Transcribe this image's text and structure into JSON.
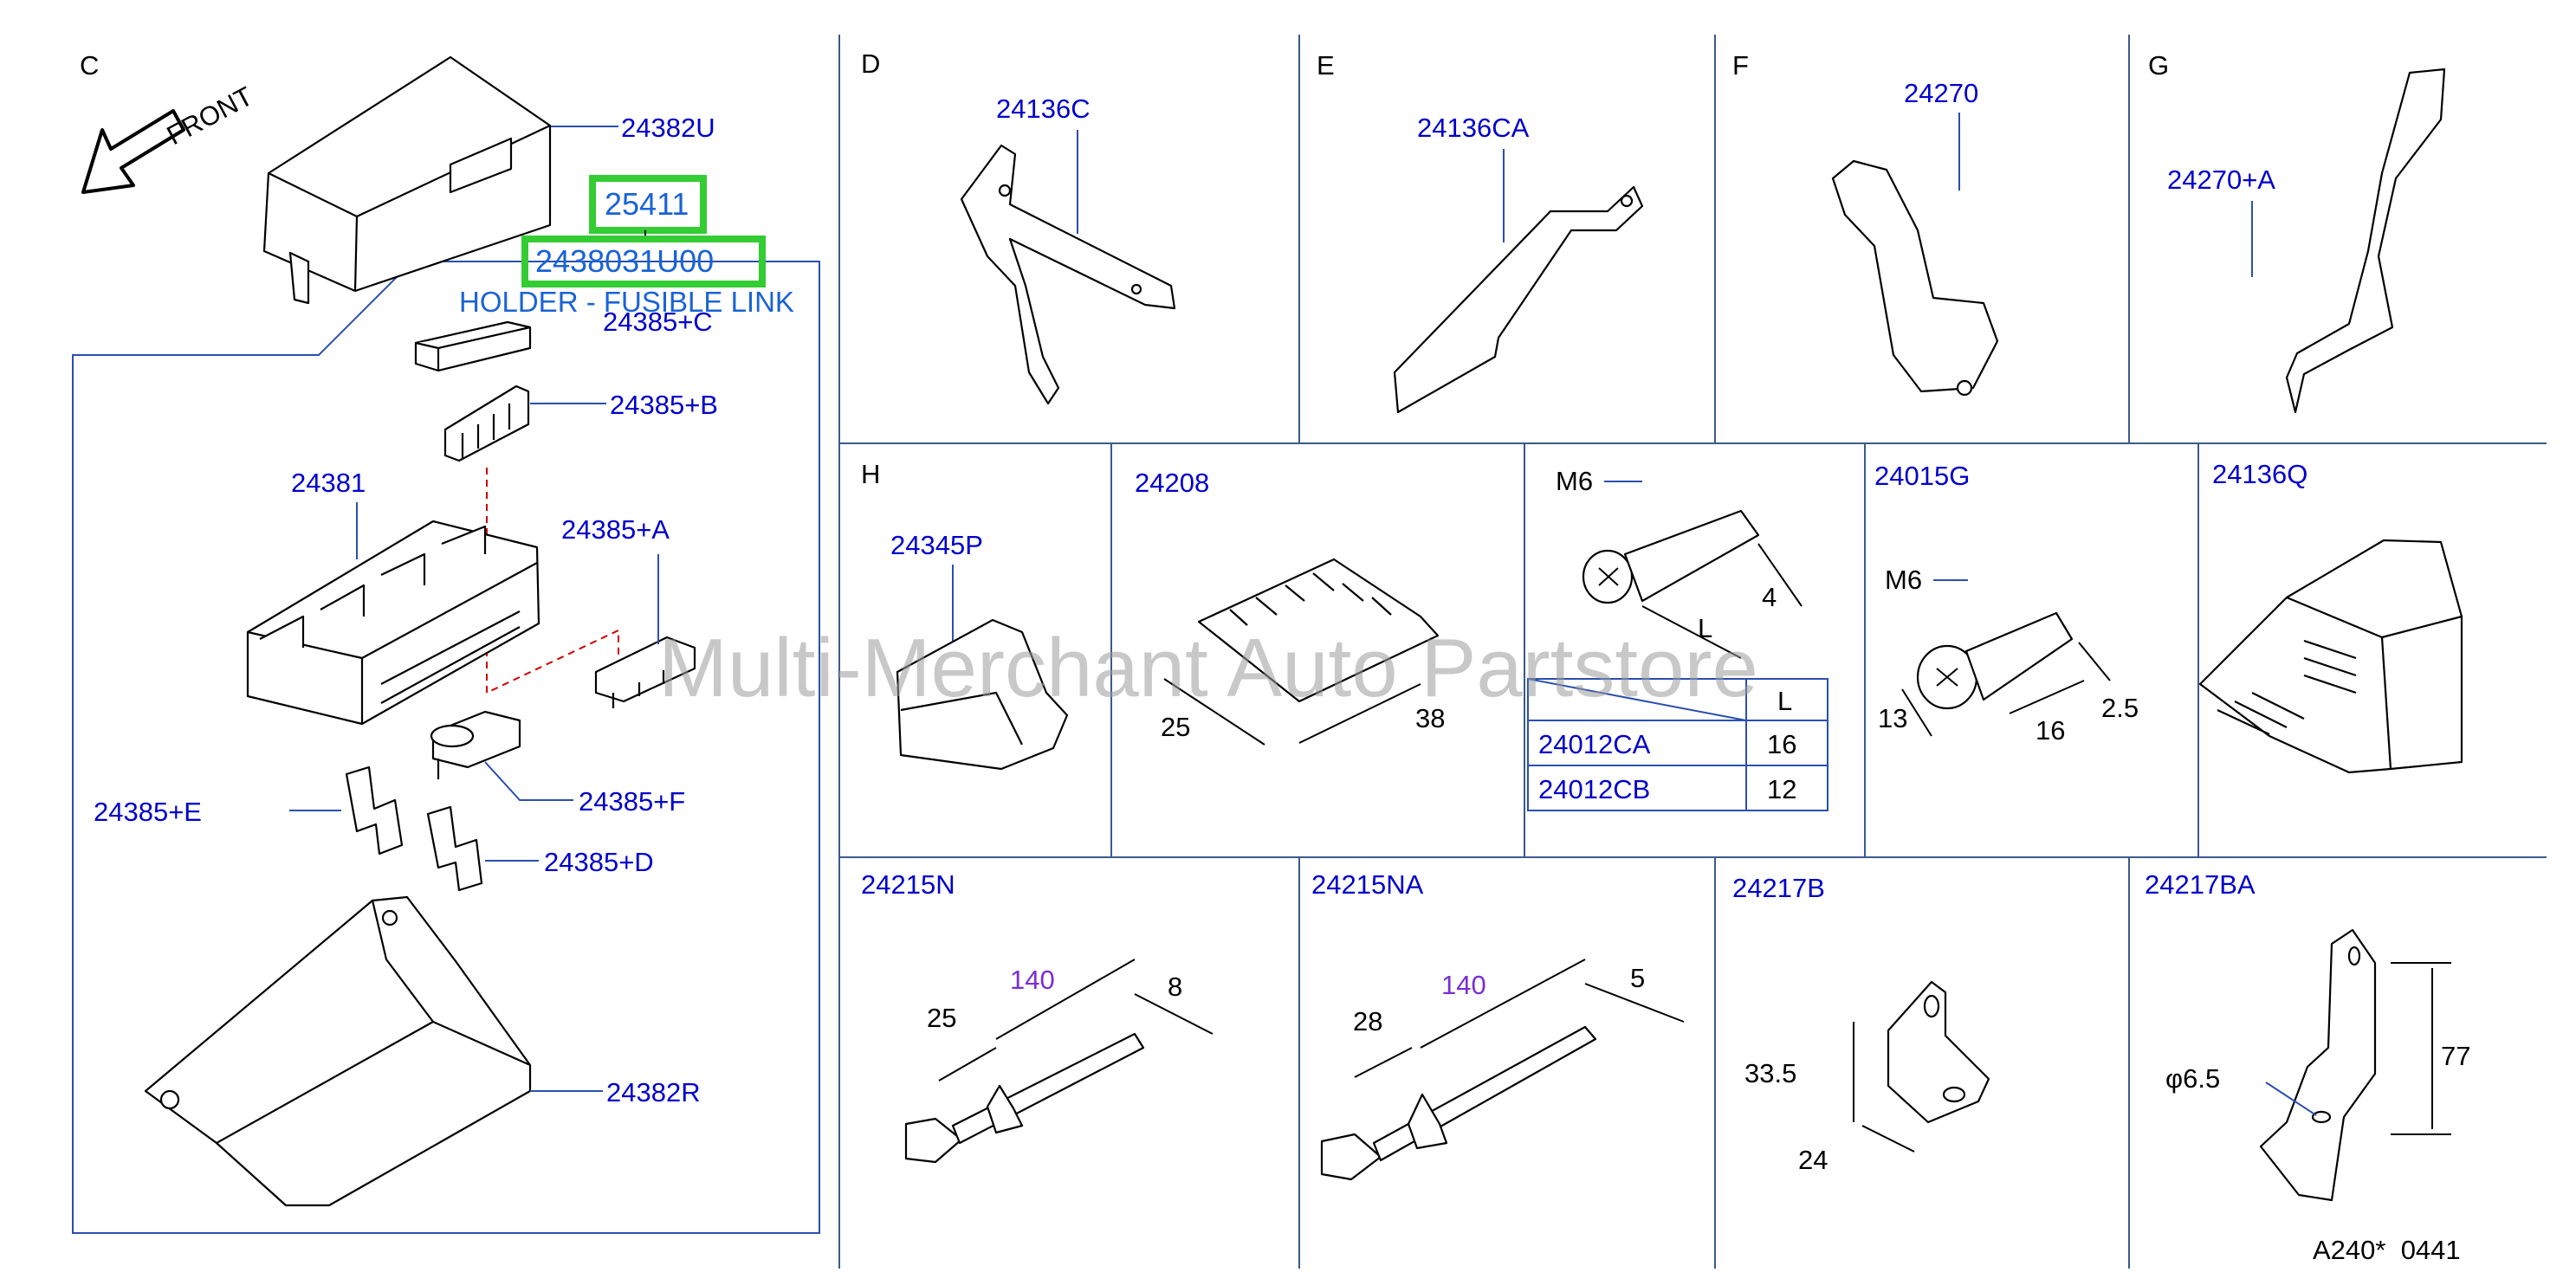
{
  "sections": {
    "C": "C",
    "D": "D",
    "E": "E",
    "F": "F",
    "G": "G",
    "H": "H"
  },
  "front_label": "FRONT",
  "highlight": {
    "top_code": "25411",
    "part_number": "2438031U00",
    "description": "HOLDER - FUSIBLE LINK"
  },
  "section_c_labels": {
    "cover": "24382U",
    "c": "24385+C",
    "b": "24385+B",
    "holder": "24381",
    "a": "24385+A",
    "f": "24385+F",
    "e": "24385+E",
    "d": "24385+D",
    "bracket": "24382R"
  },
  "part_labels": {
    "d": "24136C",
    "e": "24136CA",
    "f": "24270",
    "g": "24270+A",
    "h": "24345P",
    "clip": "24208",
    "clip_w1": "25",
    "clip_w2": "38",
    "bolt1_size": "M6",
    "bolt1_dia": "4",
    "bolt1_len": "L",
    "bolt2_code": "24015G",
    "bolt2_size": "M6",
    "bolt2_head": "13",
    "bolt2_len": "16",
    "bolt2_dia": "2.5",
    "block": "24136Q",
    "tie1": "24215N",
    "tie1_len": "140",
    "tie1_a": "25",
    "tie1_w": "8",
    "tie2": "24215NA",
    "tie2_len": "140",
    "tie2_a": "28",
    "tie2_w": "5",
    "br1": "24217B",
    "br1_h": "33.5",
    "br1_w": "24",
    "br2": "24217BA",
    "br2_hole": "φ6.5",
    "br2_h": "77"
  },
  "bolt_table": {
    "header": "L",
    "rows": [
      {
        "code": "24012CA",
        "value": "16"
      },
      {
        "code": "24012CB",
        "value": "12"
      }
    ]
  },
  "watermark": "Multi-Merchant Auto Partstore",
  "footer": "A240*  0441",
  "colors": {
    "label": "#0000cc",
    "highlight": "#33cc33",
    "grid": "#3a5a8a"
  }
}
